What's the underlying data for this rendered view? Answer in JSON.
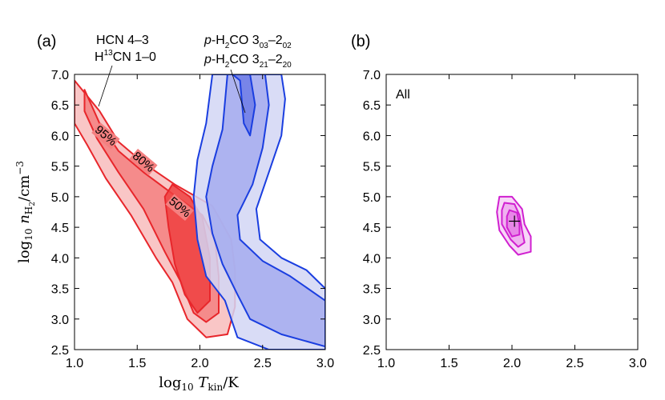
{
  "chart_data": [
    {
      "panel_label": "(a)",
      "type": "contour",
      "xlabel": "log10 T_kin/K",
      "ylabel": "log10 n_H2/cm^-3",
      "xlim": [
        1.0,
        3.0
      ],
      "ylim": [
        2.5,
        7.0
      ],
      "xticks": [
        "1.0",
        "1.5",
        "2.0",
        "2.5",
        "3.0"
      ],
      "yticks": [
        "2.5",
        "3.0",
        "3.5",
        "4.0",
        "4.5",
        "5.0",
        "5.5",
        "6.0",
        "6.5",
        "7.0"
      ],
      "grid": false,
      "contour_levels": [
        "95%",
        "80%",
        "50%"
      ],
      "series": [
        {
          "name": "HCN 4–3 / H13CN 1–0",
          "color": "#e8262b",
          "fill_colors": [
            "#f8bcbc",
            "#f48080",
            "#ee4040"
          ],
          "contours": {
            "95%": [
              [
                1.0,
                6.9
              ],
              [
                1.2,
                6.4
              ],
              [
                1.35,
                5.9
              ],
              [
                1.55,
                5.55
              ],
              [
                1.8,
                5.2
              ],
              [
                2.1,
                4.85
              ],
              [
                2.25,
                4.3
              ],
              [
                2.28,
                3.8
              ],
              [
                2.28,
                3.2
              ],
              [
                2.22,
                2.75
              ],
              [
                2.05,
                2.7
              ],
              [
                1.9,
                3.0
              ],
              [
                1.78,
                3.6
              ],
              [
                1.65,
                4.0
              ],
              [
                1.45,
                4.7
              ],
              [
                1.25,
                5.3
              ],
              [
                1.1,
                5.85
              ],
              [
                1.0,
                6.2
              ]
            ],
            "80%": [
              [
                1.08,
                6.75
              ],
              [
                1.2,
                6.2
              ],
              [
                1.35,
                5.75
              ],
              [
                1.55,
                5.4
              ],
              [
                1.78,
                5.05
              ],
              [
                2.02,
                4.7
              ],
              [
                2.12,
                4.3
              ],
              [
                2.15,
                3.7
              ],
              [
                2.15,
                3.1
              ],
              [
                2.05,
                2.95
              ],
              [
                1.95,
                3.1
              ],
              [
                1.85,
                3.6
              ],
              [
                1.72,
                4.1
              ],
              [
                1.55,
                4.8
              ],
              [
                1.35,
                5.4
              ],
              [
                1.18,
                5.95
              ],
              [
                1.08,
                6.4
              ]
            ],
            "50%": [
              [
                1.78,
                5.2
              ],
              [
                1.92,
                5.0
              ],
              [
                2.02,
                4.65
              ],
              [
                2.08,
                4.0
              ],
              [
                2.08,
                3.3
              ],
              [
                1.98,
                3.1
              ],
              [
                1.88,
                3.4
              ],
              [
                1.8,
                3.9
              ],
              [
                1.75,
                4.5
              ],
              [
                1.72,
                5.0
              ]
            ]
          },
          "contour_labels": [
            {
              "level": "95%",
              "x": 1.23,
              "y": 5.95
            },
            {
              "level": "80%",
              "x": 1.53,
              "y": 5.52
            },
            {
              "level": "50%",
              "x": 1.82,
              "y": 4.78
            }
          ]
        },
        {
          "name": "p-H2CO 3_03–2_02 / p-H2CO 3_21–2_20",
          "color": "#1a3ee0",
          "fill_colors": [
            "#d2d6f4",
            "#a4acee",
            "#6e7ce6"
          ],
          "contours": {
            "95%": [
              [
                2.1,
                7.0
              ],
              [
                2.65,
                7.0
              ],
              [
                2.68,
                6.6
              ],
              [
                2.65,
                6.0
              ],
              [
                2.55,
                5.4
              ],
              [
                2.45,
                4.8
              ],
              [
                2.48,
                4.3
              ],
              [
                2.65,
                4.0
              ],
              [
                2.85,
                3.8
              ],
              [
                3.0,
                3.5
              ],
              [
                3.0,
                2.5
              ],
              [
                2.55,
                2.5
              ],
              [
                2.3,
                2.7
              ],
              [
                2.2,
                3.3
              ],
              [
                2.05,
                3.7
              ],
              [
                1.98,
                4.3
              ],
              [
                1.95,
                5.0
              ],
              [
                1.98,
                5.6
              ],
              [
                2.05,
                6.2
              ]
            ],
            "80%": [
              [
                2.22,
                7.0
              ],
              [
                2.52,
                7.0
              ],
              [
                2.55,
                6.5
              ],
              [
                2.5,
                5.8
              ],
              [
                2.42,
                5.2
              ],
              [
                2.3,
                4.7
              ],
              [
                2.32,
                4.3
              ],
              [
                2.5,
                3.95
              ],
              [
                2.72,
                3.7
              ],
              [
                3.0,
                3.3
              ],
              [
                3.0,
                2.55
              ],
              [
                2.65,
                2.75
              ],
              [
                2.4,
                3.0
              ],
              [
                2.3,
                3.4
              ],
              [
                2.18,
                3.9
              ],
              [
                2.1,
                4.4
              ],
              [
                2.05,
                5.0
              ],
              [
                2.1,
                5.5
              ],
              [
                2.18,
                6.1
              ]
            ],
            "50%": [
              [
                2.26,
                7.0
              ],
              [
                2.4,
                7.0
              ],
              [
                2.44,
                6.5
              ],
              [
                2.4,
                6.0
              ],
              [
                2.35,
                6.2
              ],
              [
                2.32,
                6.9
              ]
            ]
          }
        }
      ],
      "annotations": [
        {
          "text": [
            "HCN 4–3",
            "H13CN 1–0"
          ],
          "points_to": {
            "x": 1.3,
            "y": 6.3
          }
        },
        {
          "text": [
            "p-H2CO 3_03–2_02",
            "p-H2CO 3_21–2_20"
          ],
          "points_to": {
            "x": 2.38,
            "y": 6.3
          }
        }
      ]
    },
    {
      "panel_label": "(b)",
      "type": "contour",
      "xlim": [
        1.0,
        3.0
      ],
      "ylim": [
        2.5,
        7.0
      ],
      "xticks": [
        "1.0",
        "1.5",
        "2.0",
        "2.5",
        "3.0"
      ],
      "yticks": [
        "2.5",
        "3.0",
        "3.5",
        "4.0",
        "4.5",
        "5.0",
        "5.5",
        "6.0",
        "6.5",
        "7.0"
      ],
      "grid": false,
      "inset_text": "All",
      "contour_levels": [
        "95%",
        "80%",
        "50%"
      ],
      "series": [
        {
          "name": "All",
          "color": "#d020d0",
          "fill_colors": [
            "#f6d0f6",
            "#eeaaee",
            "#e680e6"
          ],
          "contours": {
            "95%": [
              [
                1.9,
                5.0
              ],
              [
                2.0,
                5.0
              ],
              [
                2.08,
                4.8
              ],
              [
                2.1,
                4.55
              ],
              [
                2.15,
                4.35
              ],
              [
                2.15,
                4.1
              ],
              [
                2.05,
                4.05
              ],
              [
                1.98,
                4.2
              ],
              [
                1.9,
                4.45
              ],
              [
                1.88,
                4.75
              ]
            ],
            "80%": [
              [
                1.94,
                4.9
              ],
              [
                2.02,
                4.88
              ],
              [
                2.06,
                4.7
              ],
              [
                2.08,
                4.45
              ],
              [
                2.1,
                4.25
              ],
              [
                2.05,
                4.18
              ],
              [
                1.99,
                4.3
              ],
              [
                1.92,
                4.55
              ],
              [
                1.92,
                4.78
              ]
            ],
            "50%": [
              [
                1.98,
                4.78
              ],
              [
                2.04,
                4.74
              ],
              [
                2.06,
                4.55
              ],
              [
                2.06,
                4.38
              ],
              [
                2.0,
                4.35
              ],
              [
                1.96,
                4.5
              ],
              [
                1.96,
                4.68
              ]
            ]
          },
          "best_fit": {
            "x": 2.02,
            "y": 4.6
          }
        }
      ]
    }
  ]
}
